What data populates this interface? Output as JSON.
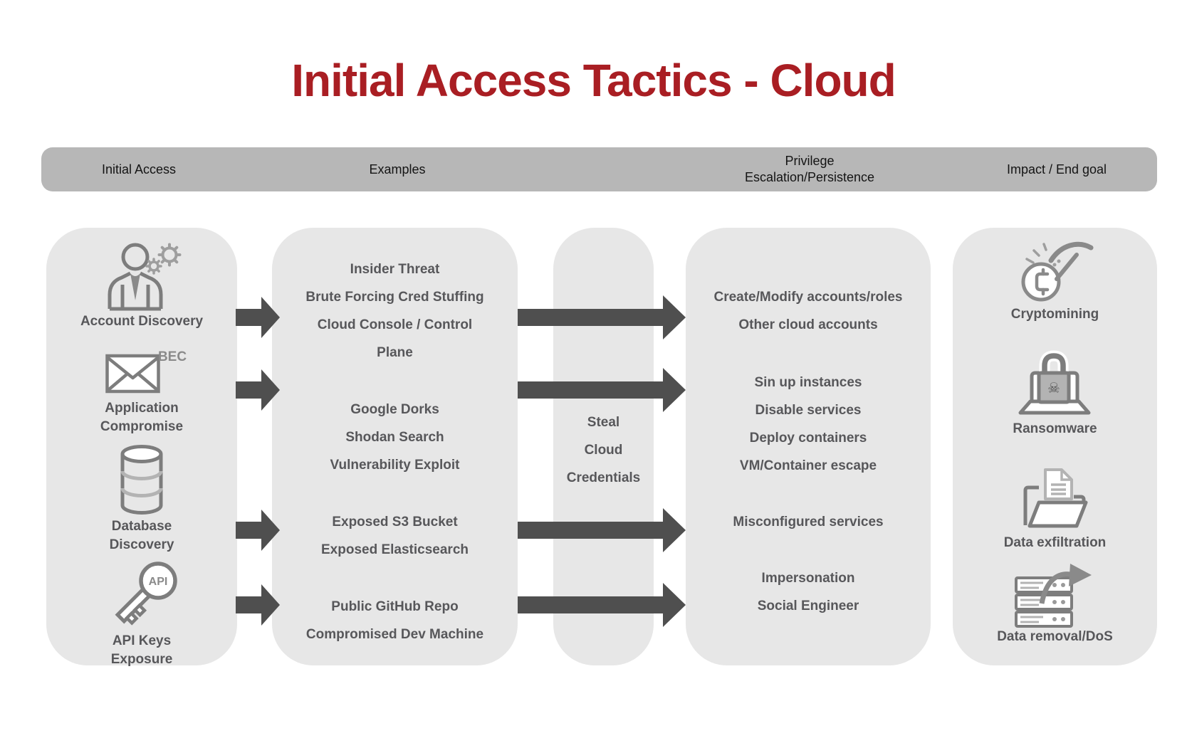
{
  "title": "Initial Access Tactics - Cloud",
  "theme": {
    "title_color": "#a91e23",
    "header_bg": "#b7b7b7",
    "column_bg": "#e7e7e7",
    "arrow_color": "#4f4f4f",
    "text_color": "#57575a",
    "icon_stroke": "#7d7d7d"
  },
  "header": {
    "columns": [
      "Initial Access",
      "Examples",
      "Privilege\nEscalation/Persistence",
      "Impact / End goal"
    ]
  },
  "initial_access": {
    "items": [
      {
        "icon": "person-gears-icon",
        "label": "Account Discovery"
      },
      {
        "icon": "envelope-bec-icon",
        "badge": "BEC",
        "label": "Application\nCompromise"
      },
      {
        "icon": "database-icon",
        "label": "Database\nDiscovery"
      },
      {
        "icon": "key-api-icon",
        "badge": "API",
        "label": "API Keys\nExposure"
      }
    ]
  },
  "examples": {
    "groups": [
      [
        "Insider Threat",
        "Brute Forcing Cred Stuffing",
        "Cloud Console / Control",
        "Plane"
      ],
      [
        "Google Dorks",
        "Shodan Search",
        "Vulnerability Exploit"
      ],
      [
        "Exposed S3 Bucket",
        "Exposed Elasticsearch"
      ],
      [
        "Public GitHub Repo",
        "Compromised Dev Machine"
      ]
    ]
  },
  "steal": {
    "lines": [
      "Steal",
      "Cloud",
      "Credentials"
    ]
  },
  "privilege": {
    "groups": [
      [
        "Create/Modify accounts/roles",
        "Other cloud accounts"
      ],
      [
        "Sin up instances",
        "Disable services",
        "Deploy containers",
        "VM/Container escape"
      ],
      [
        "Misconfigured services"
      ],
      [
        "Impersonation",
        "Social Engineer"
      ]
    ]
  },
  "impact": {
    "items": [
      {
        "icon": "pickaxe-coin-icon",
        "label": "Cryptomining"
      },
      {
        "icon": "laptop-lock-icon",
        "label": "Ransomware"
      },
      {
        "icon": "folder-doc-icon",
        "label": "Data exfiltration"
      },
      {
        "icon": "server-arrow-icon",
        "label": "Data removal/DoS"
      }
    ]
  },
  "icon_glyphs": {
    "skull": "☠"
  }
}
